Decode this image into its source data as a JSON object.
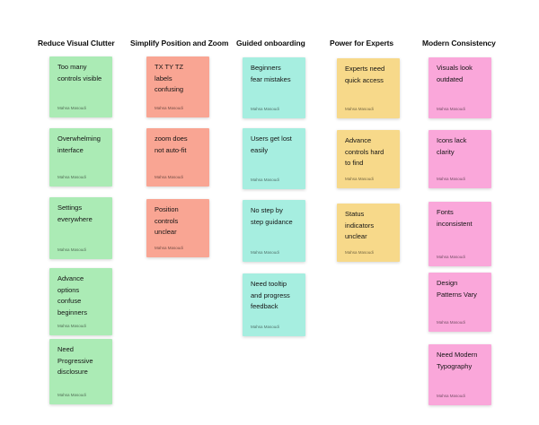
{
  "columns": [
    {
      "header": "Reduce Visual Clutter",
      "color": "#ABEBB5",
      "notes": [
        {
          "text": "Too many\ncontrols visible",
          "author": "Mahsa Masoudi"
        },
        {
          "text": "Overwhelming\ninterface",
          "author": "Mahsa Masoudi"
        },
        {
          "text": "Settings\neverywhere",
          "author": "Mahsa Masoudi"
        },
        {
          "text": "Advance\noptions\nconfuse\nbeginners",
          "author": "Mahsa Masoudi"
        },
        {
          "text": "Need\nProgressive\ndisclosure",
          "author": "Mahsa Masoudi"
        }
      ]
    },
    {
      "header": "Simplify Position and Zoom",
      "color": "#F9A593",
      "notes": [
        {
          "text": "TX TY TZ\nlabels\nconfusing",
          "author": "Mahsa Masoudi"
        },
        {
          "text": "zoom does\nnot auto-fit",
          "author": "Mahsa Masoudi"
        },
        {
          "text": "Position\ncontrols\nunclear",
          "author": "Mahsa Masoudi"
        }
      ]
    },
    {
      "header": "Guided onboarding",
      "color": "#A6EEE0",
      "notes": [
        {
          "text": "Beginners\nfear mistakes",
          "author": "Mahsa Masoudi"
        },
        {
          "text": "Users get lost\neasily",
          "author": "Mahsa Masoudi"
        },
        {
          "text": "No step by\nstep guidance",
          "author": "Mahsa Masoudi"
        },
        {
          "text": "Need tooltip\nand progress\nfeedback",
          "author": "Mahsa Masoudi"
        }
      ]
    },
    {
      "header": "Power for Experts",
      "color": "#F7D98A",
      "notes": [
        {
          "text": "Experts need\nquick access",
          "author": "Mahsa Masoudi"
        },
        {
          "text": "Advance\ncontrols hard\nto find",
          "author": "Mahsa Masoudi"
        },
        {
          "text": "Status\nindicators\nunclear",
          "author": "Mahsa Masoudi"
        }
      ]
    },
    {
      "header": "Modern Consistency",
      "color": "#FAA7DA",
      "notes": [
        {
          "text": "Visuals look\noutdated",
          "author": "Mahsa Masoudi"
        },
        {
          "text": "Icons lack\nclarity",
          "author": "Mahsa Masoudi"
        },
        {
          "text": "Fonts\ninconsistent",
          "author": "Mahsa Masoudi"
        },
        {
          "text": "Design\nPatterns Vary",
          "author": "Mahsa Masoudi"
        },
        {
          "text": "Need Modern\nTypography",
          "author": "Mahsa Masoudi"
        }
      ]
    }
  ]
}
